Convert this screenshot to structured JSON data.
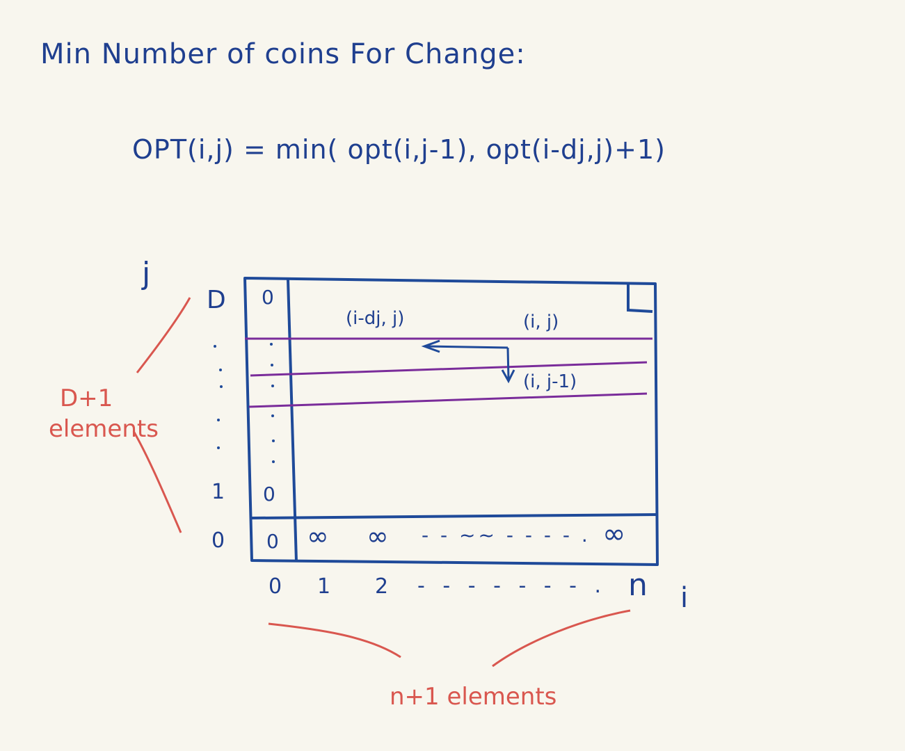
{
  "title": "Min Number of coins For Change:",
  "formula": "OPT(i,j) = min( opt(i,j-1), opt(i-dj,j)+1)",
  "axes": {
    "j": "j",
    "i": "i"
  },
  "row_labels": {
    "top": "D",
    "dots": ":",
    "one": "1",
    "zero": "0"
  },
  "col_labels": {
    "c0": "0",
    "c1": "1",
    "c2": "2",
    "dots": "- - - - - - - .",
    "cn": "n"
  },
  "cells": {
    "top_left": "0",
    "row1_left": "0",
    "row0_0": "0",
    "row0_1": "∞",
    "row0_2": "∞",
    "row0_dots": "- - ~~ - - - - .",
    "row0_n": "∞"
  },
  "annotations": {
    "i_minus_dj": "(i-dj, j)",
    "i_j": "(i, j)",
    "i_j_minus_1": "(i, j-1)"
  },
  "brace_labels": {
    "rows": [
      "D+1",
      "elements"
    ],
    "cols": "n+1 elements"
  },
  "colors": {
    "ink": "#1f3f8f",
    "purple": "#7a2c9a",
    "red": "#d9574f",
    "paper": "#f8f6ee"
  }
}
